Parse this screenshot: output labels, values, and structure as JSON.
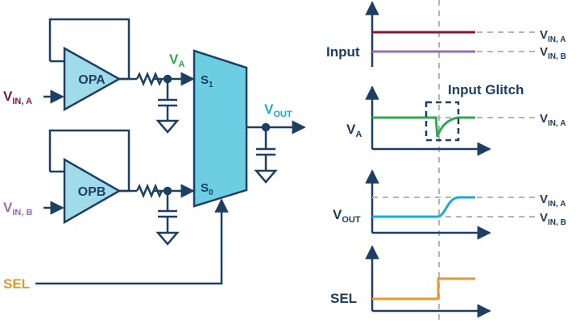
{
  "colors": {
    "navy": "#1d3f63",
    "opamp_fill": "#9fdbe8",
    "mux_fill": "#6ccde3",
    "vin_a": "#7a1c3a",
    "vin_b": "#9b6bb1",
    "va": "#2eaa4f",
    "vout": "#1fa9d1",
    "sel": "#e8962e",
    "dash_gray": "#b5b5b5"
  },
  "circuit": {
    "opa_label": "OPA",
    "opb_label": "OPB",
    "vin_a": {
      "main": "V",
      "sub": "IN, A"
    },
    "vin_b": {
      "main": "V",
      "sub": "IN, B"
    },
    "va": {
      "main": "V",
      "sub": "A"
    },
    "vout": {
      "main": "V",
      "sub": "OUT"
    },
    "s1": {
      "main": "S",
      "sub": "1"
    },
    "s0": {
      "main": "S",
      "sub": "0"
    },
    "sel_label": "SEL"
  },
  "waveforms": {
    "input": {
      "label": "Input"
    },
    "va": {
      "label": {
        "main": "V",
        "sub": "A"
      },
      "annotation": "Input Glitch"
    },
    "vout": {
      "label": {
        "main": "V",
        "sub": "OUT"
      }
    },
    "sel": {
      "label": "SEL"
    },
    "level_vin_a": {
      "main": "V",
      "sub": "IN, A"
    },
    "level_vin_b": {
      "main": "V",
      "sub": "IN, B"
    }
  }
}
